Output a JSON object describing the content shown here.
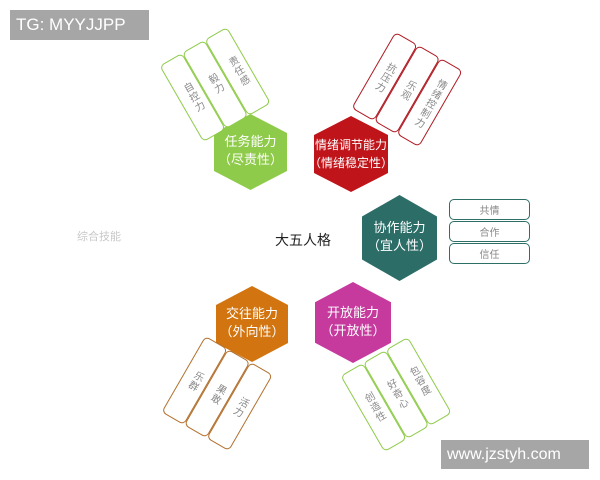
{
  "watermarks": {
    "top_left": "TG: MYYJJPP",
    "bottom_right": "www.jzstyh.com"
  },
  "center": {
    "label": "大五人格"
  },
  "side_label": "综合技能",
  "colors": {
    "green": "#8fcb4a",
    "red": "#c0141b",
    "teal": "#2c6d67",
    "orange": "#d2740f",
    "magenta": "#c63a9e",
    "watermark_bg": "#a6a6a6"
  },
  "nodes": [
    {
      "title": "任务能力",
      "subtitle": "（尽责性）",
      "color": "green",
      "traits": [
        "自控力",
        "毅力",
        "责任感"
      ]
    },
    {
      "title": "情绪调节能力",
      "subtitle": "（情绪稳定性）",
      "color": "red",
      "traits": [
        "抗压力",
        "乐观",
        "情绪控制力"
      ]
    },
    {
      "title": "协作能力",
      "subtitle": "（宜人性）",
      "color": "teal",
      "traits": [
        "共情",
        "合作",
        "信任"
      ]
    },
    {
      "title": "交往能力",
      "subtitle": "（外向性）",
      "color": "orange",
      "traits": [
        "乐群",
        "果敢",
        "活力"
      ]
    },
    {
      "title": "开放能力",
      "subtitle": "（开放性）",
      "color": "magenta",
      "traits": [
        "创造性",
        "好奇心",
        "包容度"
      ]
    }
  ]
}
